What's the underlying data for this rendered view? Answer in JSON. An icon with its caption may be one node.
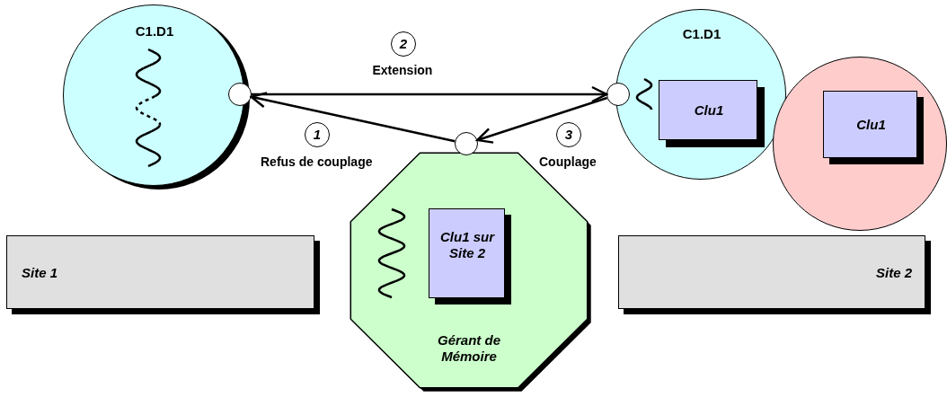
{
  "diagram": {
    "nodes": [
      {
        "text": [
          "C1.D1"
        ]
      },
      {
        "text": [],
        "shape": "circle"
      },
      {
        "text": [
          "C1.D1"
        ]
      },
      {
        "text": [
          "Clu1"
        ],
        "in": 2
      },
      {
        "text": [],
        "shape": "circle"
      },
      {
        "text": [],
        "shape": "circle"
      },
      {
        "text": [
          "Clu1"
        ],
        "in": 5
      },
      {
        "text": [
          "Gérant de Mémoire"
        ]
      },
      {
        "text": [
          "Clu1 sur Site 2"
        ],
        "in": 7
      },
      {
        "text": [],
        "shape": "circle"
      },
      {
        "text": [
          "Site 1"
        ]
      },
      {
        "text": [
          "Site 2"
        ]
      },
      {
        "text": [
          "2"
        ]
      },
      {
        "text": [
          "1"
        ]
      },
      {
        "text": [
          "3"
        ]
      }
    ],
    "edges": [
      {
        "from": 1,
        "to": 4,
        "arrow": "to",
        "label": "Extension"
      },
      {
        "from": 9,
        "to": 1,
        "arrow": "to",
        "label": "Refus de couplage"
      },
      {
        "from": 4,
        "to": 9,
        "arrow": "to",
        "label": "Couplage"
      }
    ]
  }
}
